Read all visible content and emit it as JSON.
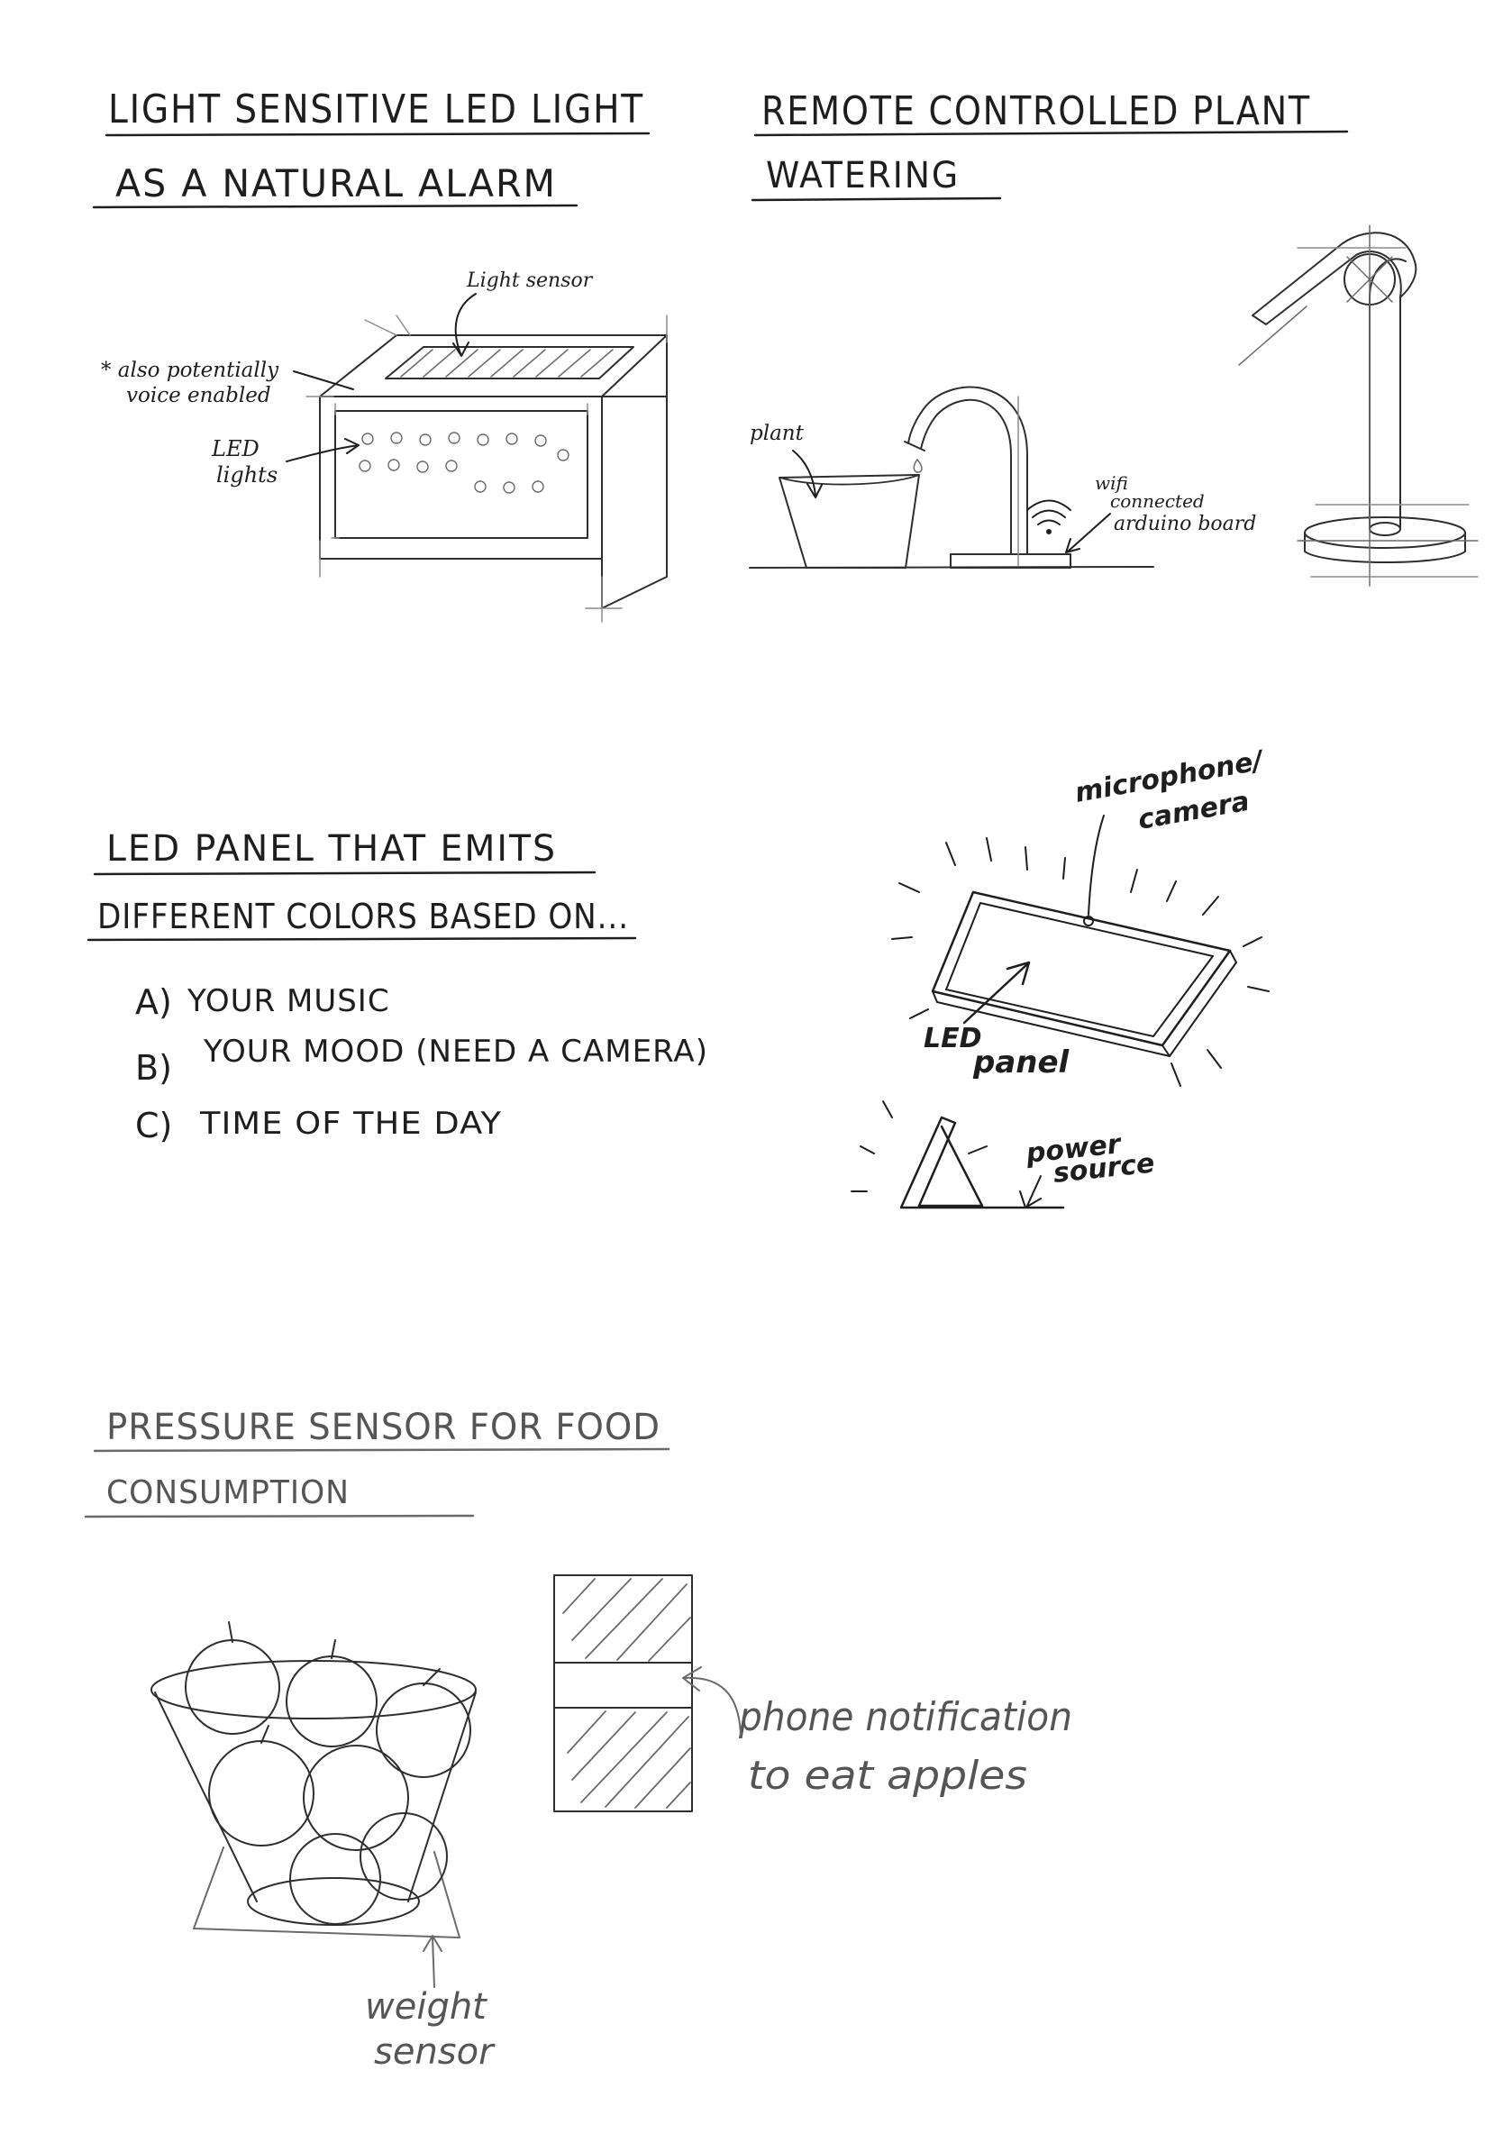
{
  "sketch1": {
    "title_line1": "LIGHT SENSITIVE LED LIGHT",
    "title_line2": "AS A NATURAL ALARM",
    "label_light_sensor": "Light sensor",
    "note_line1": "* also potentially",
    "note_line2": "voice enabled",
    "label_led_line1": "LED",
    "label_led_line2": "lights"
  },
  "sketch2": {
    "title_line1": "REMOTE CONTROLLED PLANT",
    "title_line2": "WATERING",
    "label_plant": "plant",
    "label_wifi_line1": "wifi",
    "label_wifi_line2": "connected",
    "label_wifi_line3": "arduino board"
  },
  "sketch3": {
    "title_line1": "LED PANEL THAT EMITS",
    "title_line2": "DIFFERENT COLORS BASED ON...",
    "list": [
      {
        "marker": "A)",
        "text": "YOUR MUSIC"
      },
      {
        "marker": "B)",
        "text": "YOUR MOOD (NEED A CAMERA)"
      },
      {
        "marker": "C)",
        "text": "TIME OF THE DAY"
      }
    ],
    "label_mic_line1": "microphone/",
    "label_mic_line2": "camera",
    "label_panel_line1": "LED",
    "label_panel_line2": "panel",
    "label_power_line1": "power",
    "label_power_line2": "source"
  },
  "sketch4": {
    "title_line1": "PRESSURE SENSOR FOR FOOD",
    "title_line2": "CONSUMPTION",
    "label_phone_line1": "phone notification",
    "label_phone_line2": "to eat apples",
    "label_weight_line1": "weight",
    "label_weight_line2": "sensor"
  },
  "colors": {
    "ink": "#1e1e1e",
    "pencil": "#6a6a6a",
    "paper": "#ffffff"
  }
}
